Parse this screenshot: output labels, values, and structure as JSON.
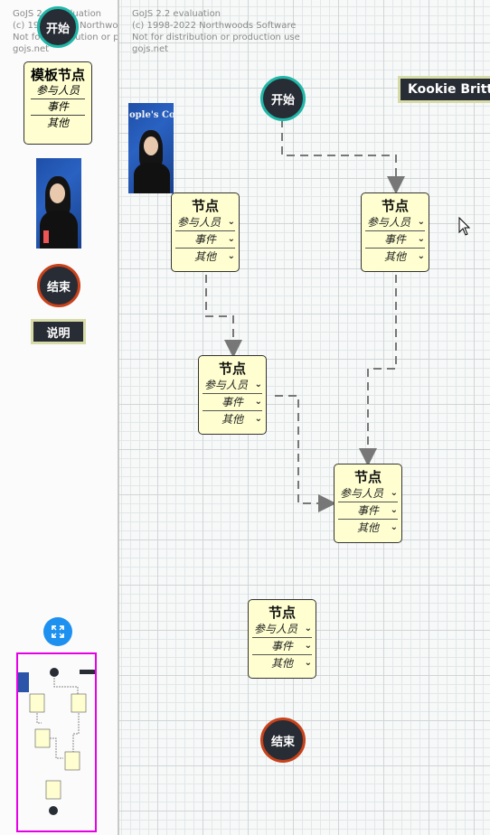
{
  "watermark": {
    "line1": "GoJS 2.2 evaluation",
    "line2": "(c) 1998-2022 Northwoods Software",
    "line3": "Not for distribution or production use",
    "line4": "gojs.net"
  },
  "palette": {
    "start_label": "开始",
    "template_node": {
      "title": "模板节点",
      "rows": [
        "参与人员",
        "事件",
        "其他"
      ]
    },
    "end_label": "结束",
    "note_label": "说明"
  },
  "diagram": {
    "start_label": "开始",
    "end_label": "结束",
    "note_label": "Kookie Brittle",
    "photo_caption": "ople's Congr",
    "nodes": [
      {
        "title": "节点",
        "rows": [
          "参与人员",
          "事件",
          "其他"
        ]
      },
      {
        "title": "节点",
        "rows": [
          "参与人员",
          "事件",
          "其他"
        ]
      },
      {
        "title": "节点",
        "rows": [
          "参与人员",
          "事件",
          "其他"
        ]
      },
      {
        "title": "节点",
        "rows": [
          "参与人员",
          "事件",
          "其他"
        ]
      },
      {
        "title": "节点",
        "rows": [
          "参与人员",
          "事件",
          "其他"
        ]
      }
    ]
  },
  "colors": {
    "start_border": "#1fb8a8",
    "end_border": "#c8421b",
    "node_fill": "#fefed0",
    "overview_border": "#e600e6",
    "overview_button": "#1e90f0",
    "link_color": "#777777"
  },
  "icons": {
    "chevron": "chevron-down-icon",
    "overview_toggle": "expand-icon",
    "cursor": "mouse-pointer-icon"
  }
}
